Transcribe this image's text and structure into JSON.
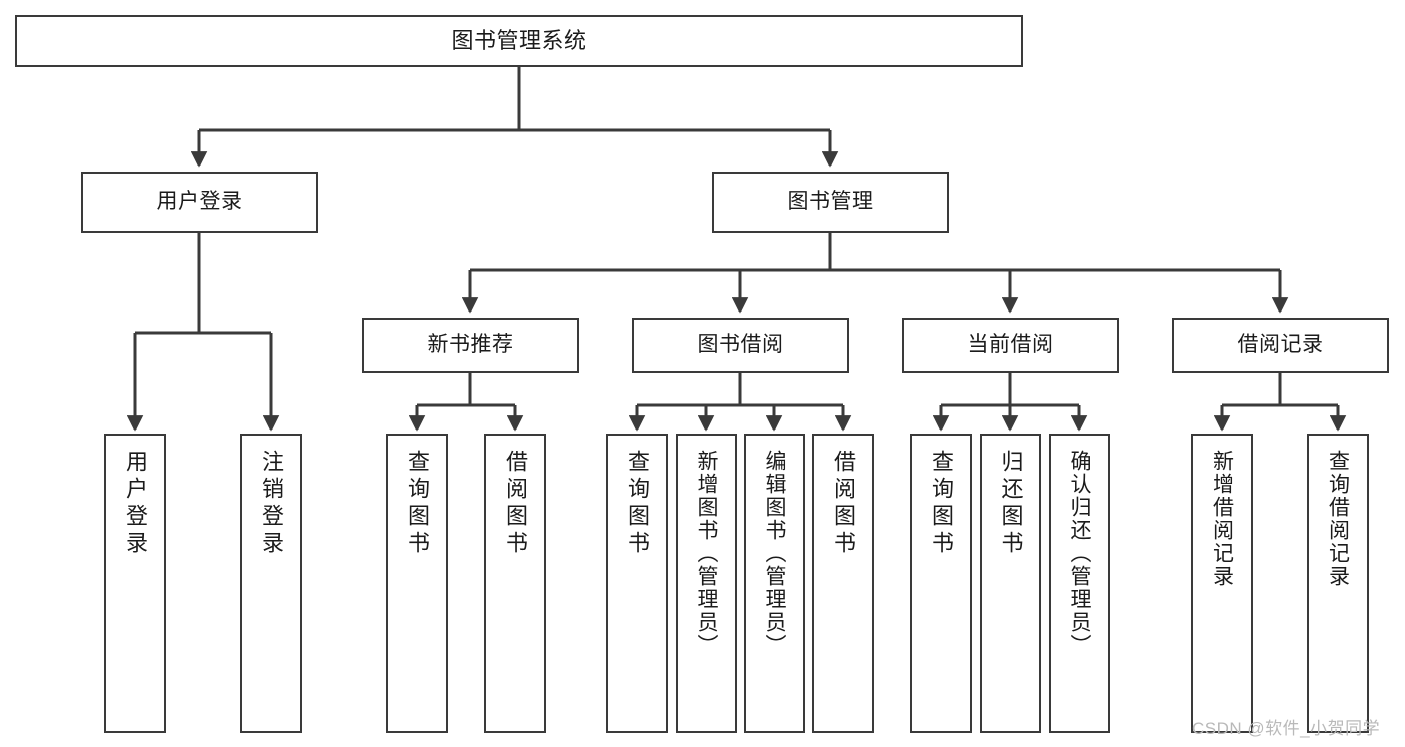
{
  "diagram": {
    "title": "图书管理系统",
    "type": "tree",
    "background_color": "#ffffff",
    "line_color": "#3a3a3a",
    "box_fill": "#ffffff",
    "text_color": "#1b1b1b"
  },
  "nodes": {
    "root": {
      "label": "图书管理系统",
      "level": 0
    },
    "level1": [
      {
        "id": "user-login",
        "label": "用户登录",
        "level": 1
      },
      {
        "id": "book-manage",
        "label": "图书管理",
        "level": 1
      }
    ],
    "level2": [
      {
        "id": "new-book-rec",
        "label": "新书推荐",
        "level": 2,
        "parent": "book-manage"
      },
      {
        "id": "book-borrow",
        "label": "图书借阅",
        "level": 2,
        "parent": "book-manage"
      },
      {
        "id": "current-borrow",
        "label": "当前借阅",
        "level": 2,
        "parent": "book-manage"
      },
      {
        "id": "borrow-record",
        "label": "借阅记录",
        "level": 2,
        "parent": "book-manage"
      }
    ],
    "leaves": [
      {
        "id": "leaf-user-login",
        "label": "用户登录",
        "parent": "user-login"
      },
      {
        "id": "leaf-logout",
        "label": "注销登录",
        "parent": "user-login"
      },
      {
        "id": "leaf-query-book-1",
        "label": "查询图书",
        "parent": "new-book-rec"
      },
      {
        "id": "leaf-borrow-book-1",
        "label": "借阅图书",
        "parent": "new-book-rec"
      },
      {
        "id": "leaf-query-book-2",
        "label": "查询图书",
        "parent": "book-borrow"
      },
      {
        "id": "leaf-add-book",
        "label": "新增图书（管理员）",
        "parent": "book-borrow"
      },
      {
        "id": "leaf-edit-book",
        "label": "编辑图书（管理员）",
        "parent": "book-borrow"
      },
      {
        "id": "leaf-borrow-book-2",
        "label": "借阅图书",
        "parent": "book-borrow"
      },
      {
        "id": "leaf-query-book-3",
        "label": "查询图书",
        "parent": "current-borrow"
      },
      {
        "id": "leaf-return-book",
        "label": "归还图书",
        "parent": "current-borrow"
      },
      {
        "id": "leaf-confirm-return",
        "label": "确认归还（管理员）",
        "parent": "current-borrow"
      },
      {
        "id": "leaf-add-record",
        "label": "新增借阅记录",
        "parent": "borrow-record"
      },
      {
        "id": "leaf-query-record",
        "label": "查询借阅记录",
        "parent": "borrow-record"
      }
    ]
  },
  "watermark": {
    "text": "CSDN @软件_小贺同学",
    "color": "#b9b9b9"
  }
}
